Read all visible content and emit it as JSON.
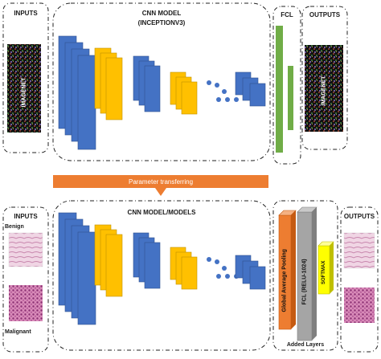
{
  "top": {
    "inputs_label": "INPUTS",
    "cnn_title_line1": "CNN MODEL",
    "cnn_title_line2": "(INCEPTIONV3)",
    "fcl_label": "FCL",
    "outputs_label": "OUTPUTS",
    "imagenet_text": "IMAGENET"
  },
  "transfer": {
    "label": "Parameter transferring"
  },
  "bottom": {
    "inputs_label": "INPUTS",
    "class_benign": "Benign",
    "class_malignant": "Malignant",
    "cnn_title": "CNN MODEL/MODELS",
    "layer_gap": "Global Average Pooling",
    "layer_fcl": "FCL (RELU-1024)",
    "layer_softmax": "SOFTMAX",
    "added_layers": "Added Layers",
    "outputs_label": "OUTPUTS"
  },
  "colors": {
    "blue": "#4472c4",
    "yellow": "#ffc000",
    "green": "#70ad47",
    "orange": "#ed7d31",
    "gray": "#a5a5a5",
    "softmax_yellow": "#ffff00",
    "benign_tissue": "#e9c3da",
    "malignant_tissue": "#c65c9a"
  }
}
